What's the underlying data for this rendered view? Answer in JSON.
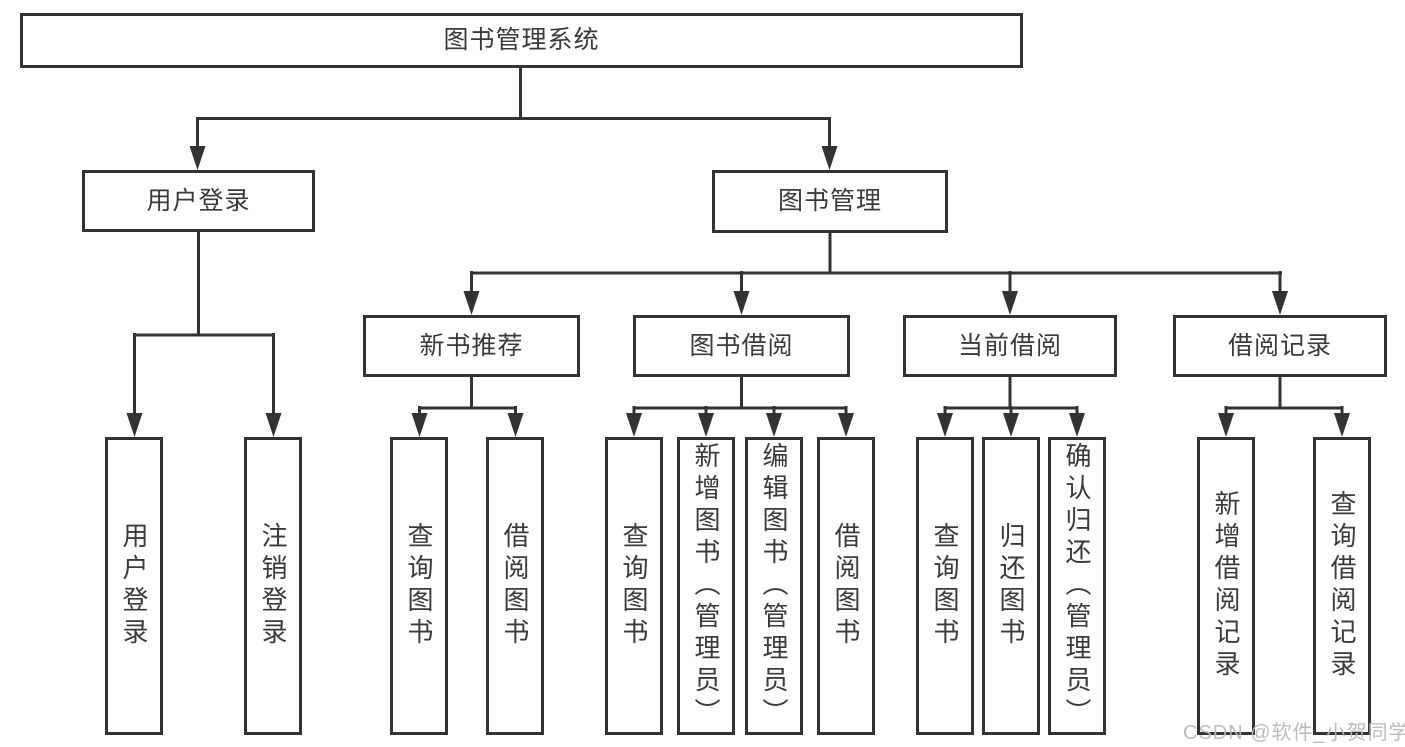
{
  "diagram": {
    "root": {
      "label": "图书管理系统"
    },
    "branches": [
      {
        "label": "用户登录",
        "leaves": [
          {
            "label": "用户登录"
          },
          {
            "label": "注销登录"
          }
        ]
      },
      {
        "label": "图书管理",
        "sections": [
          {
            "label": "新书推荐",
            "leaves": [
              {
                "label": "查询图书"
              },
              {
                "label": "借阅图书"
              }
            ]
          },
          {
            "label": "图书借阅",
            "leaves": [
              {
                "label": "查询图书"
              },
              {
                "label": "新增图书（管理员）"
              },
              {
                "label": "编辑图书（管理员）"
              },
              {
                "label": "借阅图书"
              }
            ]
          },
          {
            "label": "当前借阅",
            "leaves": [
              {
                "label": "查询图书"
              },
              {
                "label": "归还图书"
              },
              {
                "label": "确认归还（管理员）"
              }
            ]
          },
          {
            "label": "借阅记录",
            "leaves": [
              {
                "label": "新增借阅记录"
              },
              {
                "label": "查询借阅记录"
              }
            ]
          }
        ]
      }
    ]
  },
  "watermark": {
    "text": "CSDN @软件_小贺同学"
  },
  "colors": {
    "line": "#333333",
    "text": "#3a3a3a",
    "watermark": "#b8b8b8",
    "background": "#ffffff"
  }
}
